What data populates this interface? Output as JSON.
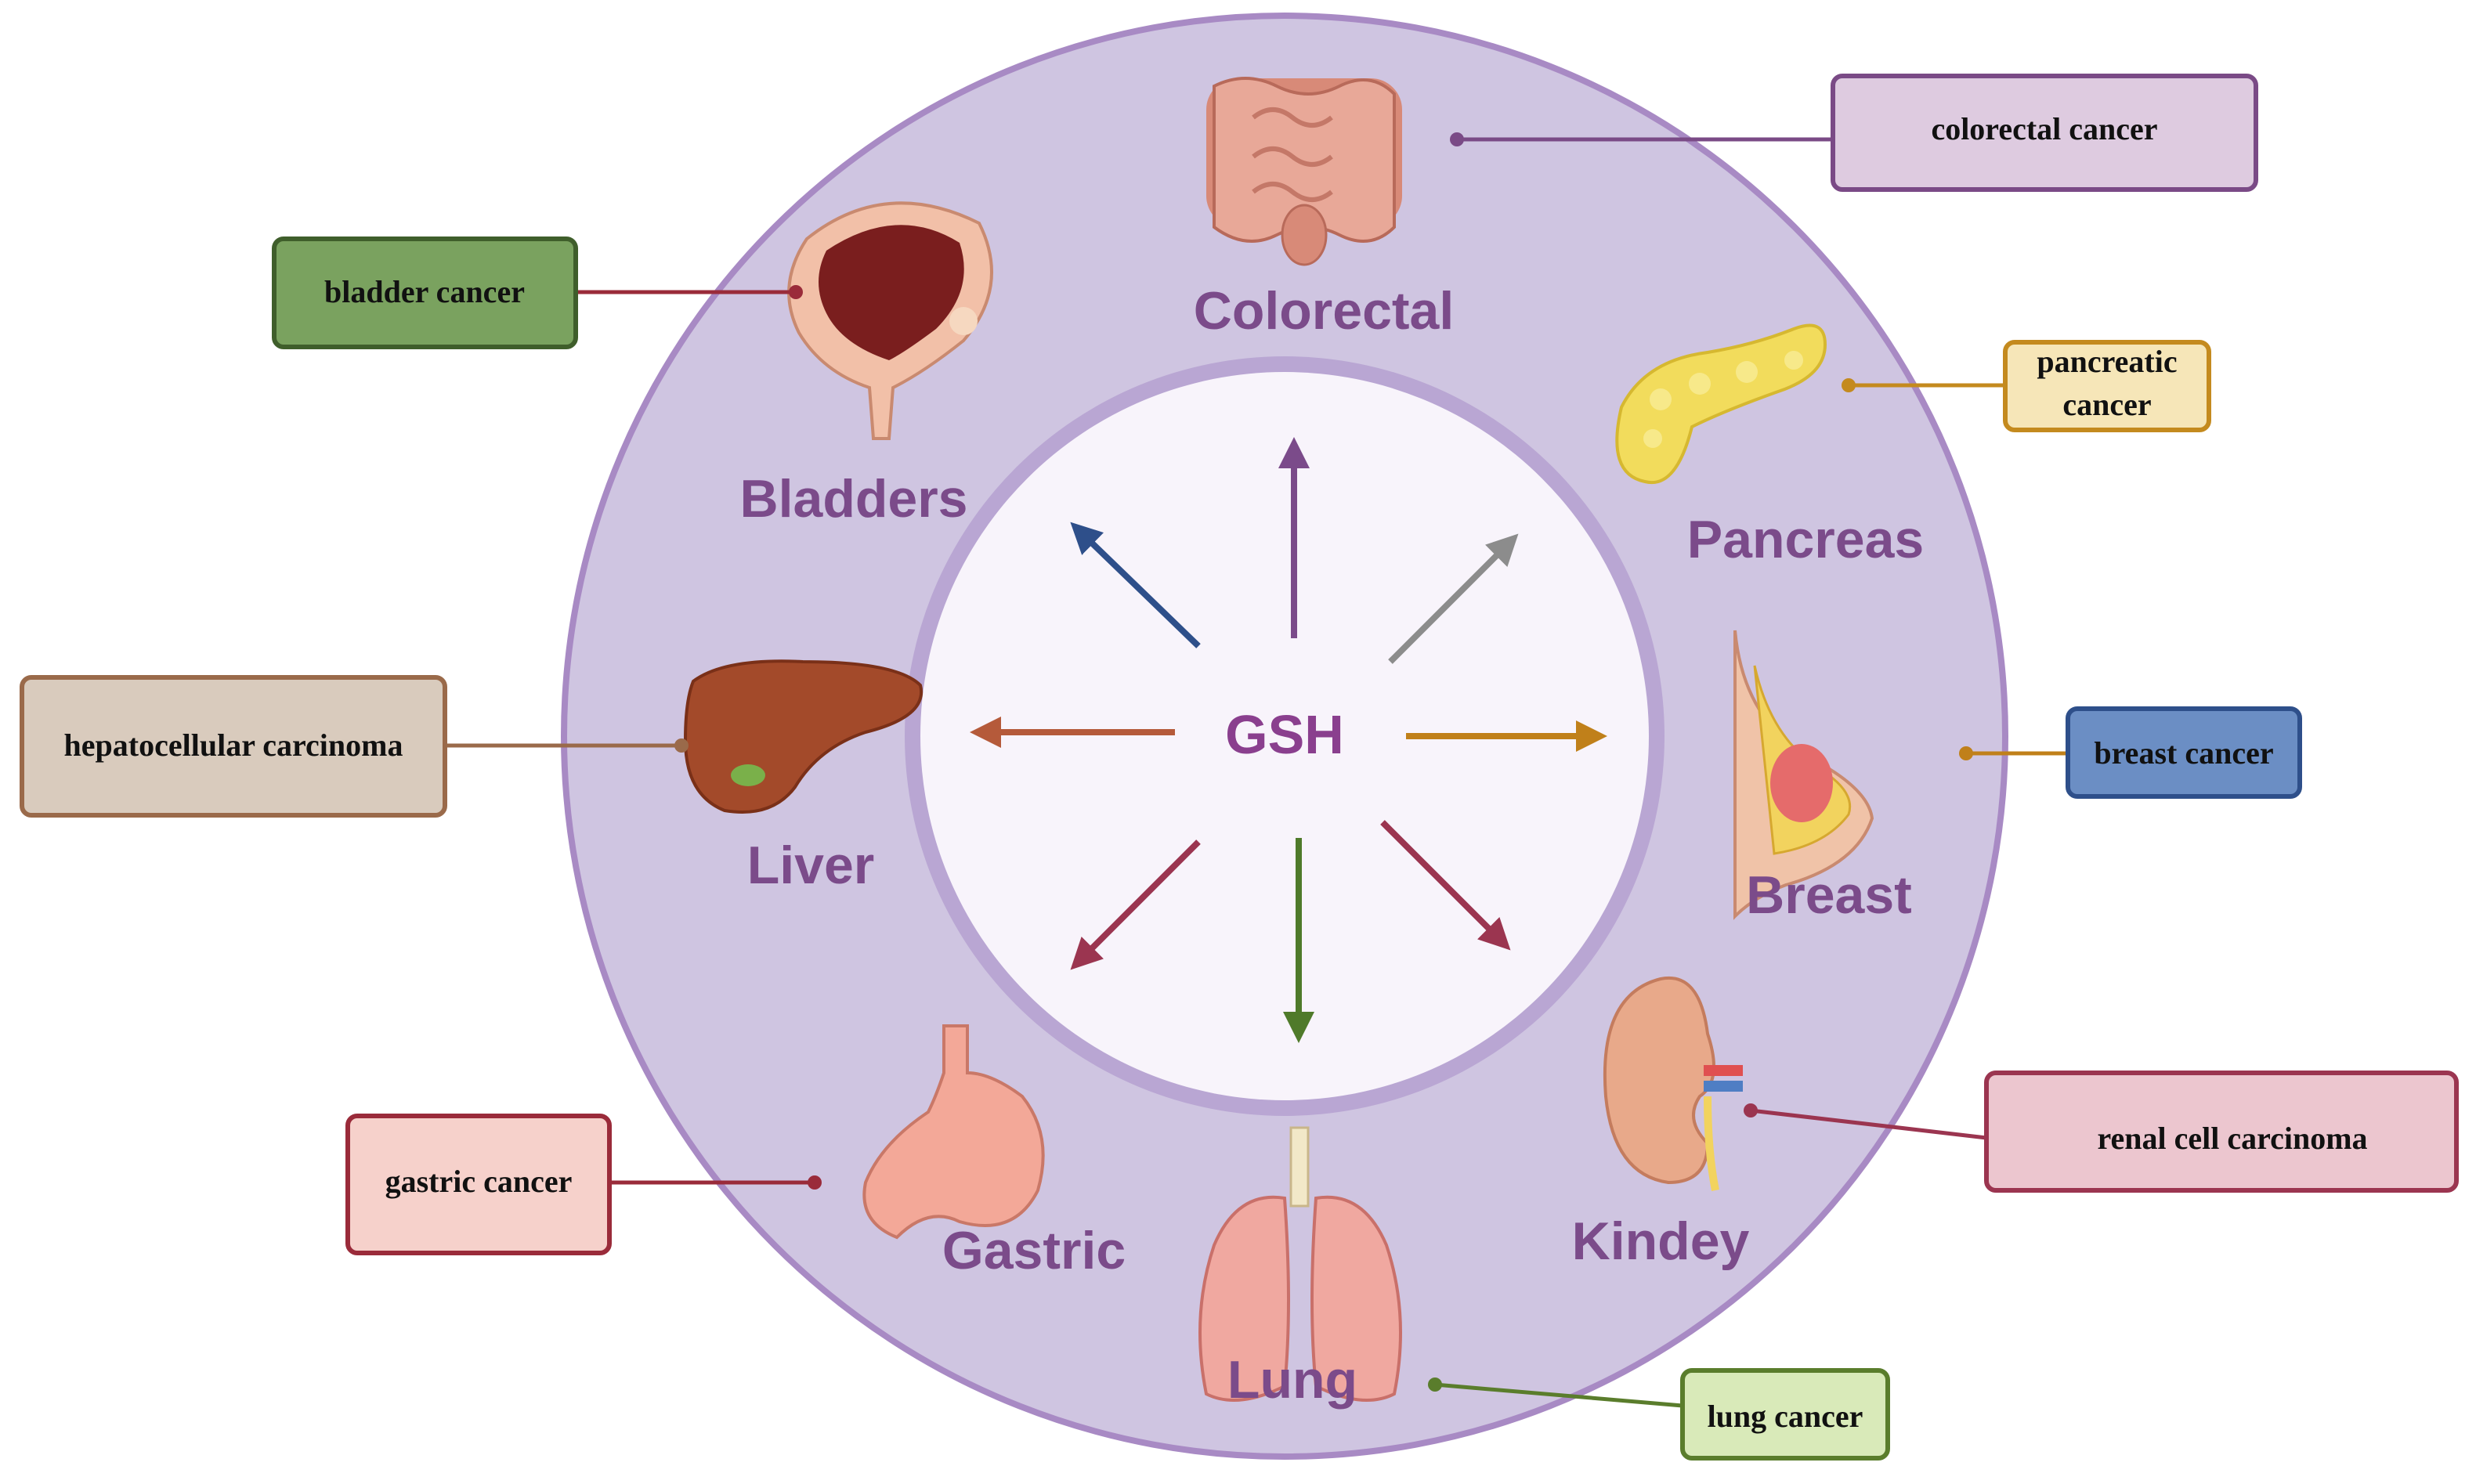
{
  "center": {
    "label": "GSH"
  },
  "organs": [
    {
      "id": "colorectal",
      "label": "Colorectal"
    },
    {
      "id": "pancreas",
      "label": "Pancreas"
    },
    {
      "id": "breast",
      "label": "Breast"
    },
    {
      "id": "kidney",
      "label": "Kindey"
    },
    {
      "id": "lung",
      "label": "Lung"
    },
    {
      "id": "gastric",
      "label": "Gastric"
    },
    {
      "id": "liver",
      "label": "Liver"
    },
    {
      "id": "bladder",
      "label": "Bladders"
    }
  ],
  "cancers": [
    {
      "id": "colorectal",
      "lines": [
        "colorectal cancer"
      ],
      "fill": "#decbe0",
      "stroke": "#7a4a86"
    },
    {
      "id": "pancreas",
      "lines": [
        "pancreatic",
        "cancer"
      ],
      "fill": "#f6e6b8",
      "stroke": "#c48a1e"
    },
    {
      "id": "breast",
      "lines": [
        "breast cancer"
      ],
      "fill": "#6b8ec4",
      "stroke": "#2e4f8a"
    },
    {
      "id": "kidney",
      "lines": [
        "renal cell carcinoma"
      ],
      "fill": "#ecc6cf",
      "stroke": "#9b3550"
    },
    {
      "id": "lung",
      "lines": [
        "lung cancer"
      ],
      "fill": "#d9eab9",
      "stroke": "#5a7d2c"
    },
    {
      "id": "gastric",
      "lines": [
        "gastric cancer"
      ],
      "fill": "#f6d1cb",
      "stroke": "#9a2b3a"
    },
    {
      "id": "liver",
      "lines": [
        "hepatocellular carcinoma"
      ],
      "fill": "#d9cbbd",
      "stroke": "#9a6a4a"
    },
    {
      "id": "bladder",
      "lines": [
        "bladder cancer"
      ],
      "fill": "#7aa25f",
      "stroke": "#3f5e2b"
    }
  ],
  "arrow_colors": {
    "up": "#7b4b8a",
    "up_right": "#8c8c8c",
    "right": "#c0801a",
    "down_right": "#9b3550",
    "down": "#4f7a2a",
    "down_left": "#9b3550",
    "left": "#b55a3a",
    "up_left": "#2e4f8a"
  }
}
